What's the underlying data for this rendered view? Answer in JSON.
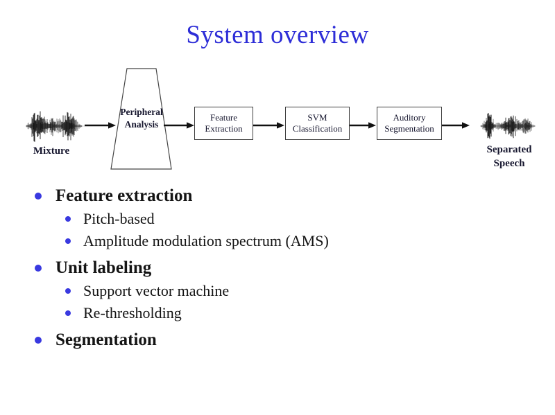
{
  "title": "System overview",
  "colors": {
    "title_blue": "#2d2dd7",
    "bullet_blue": "#3939e0",
    "body_text": "#141414",
    "diagram_text": "#16162e",
    "arrow_black": "#111111",
    "background": "#ffffff"
  },
  "diagram": {
    "input": {
      "icon": "speech-waveform-image",
      "label": "Mixture"
    },
    "peripheral": {
      "shape": "trapezoid",
      "line1": "Peripheral",
      "line2": "Analysis"
    },
    "nodes": [
      {
        "line1": "Feature",
        "line2": "Extraction"
      },
      {
        "line1": "SVM",
        "line2": "Classification"
      },
      {
        "line1": "Auditory",
        "line2": "Segmentation"
      }
    ],
    "output": {
      "icon": "speech-waveform-image",
      "label_line1": "Separated",
      "label_line2": "Speech"
    }
  },
  "bullets": {
    "items": [
      {
        "level": 1,
        "text": "Feature extraction"
      },
      {
        "level": 2,
        "text": "Pitch-based"
      },
      {
        "level": 2,
        "text": "Amplitude modulation spectrum (AMS)"
      },
      {
        "level": 1,
        "text": "Unit labeling"
      },
      {
        "level": 2,
        "text": "Support vector machine"
      },
      {
        "level": 2,
        "text": "Re-thresholding"
      },
      {
        "level": 1,
        "text": "Segmentation"
      }
    ]
  }
}
